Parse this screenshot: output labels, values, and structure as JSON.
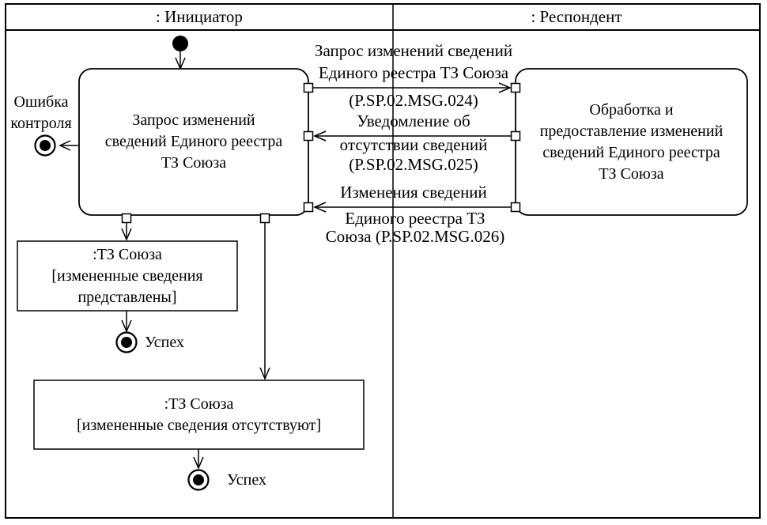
{
  "diagram": {
    "title_hint": "UML activity diagram with two swimlanes",
    "colors": {
      "line": "#000000",
      "background": "#ffffff",
      "node_fill": "#ffffff"
    },
    "lanes": {
      "initiator": ": Инициатор",
      "respondent": ": Респондент"
    },
    "nodes": {
      "initiator_activity": {
        "line1": "Запрос изменений",
        "line2": "сведений Единого реестра",
        "line3": "ТЗ Союза"
      },
      "respondent_activity": {
        "line1": "Обработка и",
        "line2": "предоставление изменений",
        "line3": "сведений Единого реестра",
        "line4": "ТЗ Союза"
      },
      "object_provided": {
        "line1": ":ТЗ Союза",
        "line2": "[измененные сведения",
        "line3": "представлены]"
      },
      "object_absent": {
        "line1": ":ТЗ Союза",
        "line2": "[измененные сведения отсутствуют]"
      }
    },
    "messages": {
      "msg1": {
        "above1": "Запрос изменений сведений",
        "above2": "Единого реестра ТЗ Союза",
        "below1": "(P.SP.02.MSG.024)",
        "direction": "initiator-to-respondent"
      },
      "msg2": {
        "above1": "Уведомление об",
        "below1": "отсутствии сведений",
        "below2": "(P.SP.02.MSG.025)",
        "direction": "respondent-to-initiator"
      },
      "msg3": {
        "above1": "Изменения сведений",
        "below1": "Единого реестра ТЗ",
        "below2": "Союза (P.SP.02.MSG.026)",
        "direction": "respondent-to-initiator"
      }
    },
    "labels": {
      "error_line1": "Ошибка",
      "error_line2": "контроля",
      "success_1": "Успех",
      "success_2": "Успех"
    }
  }
}
